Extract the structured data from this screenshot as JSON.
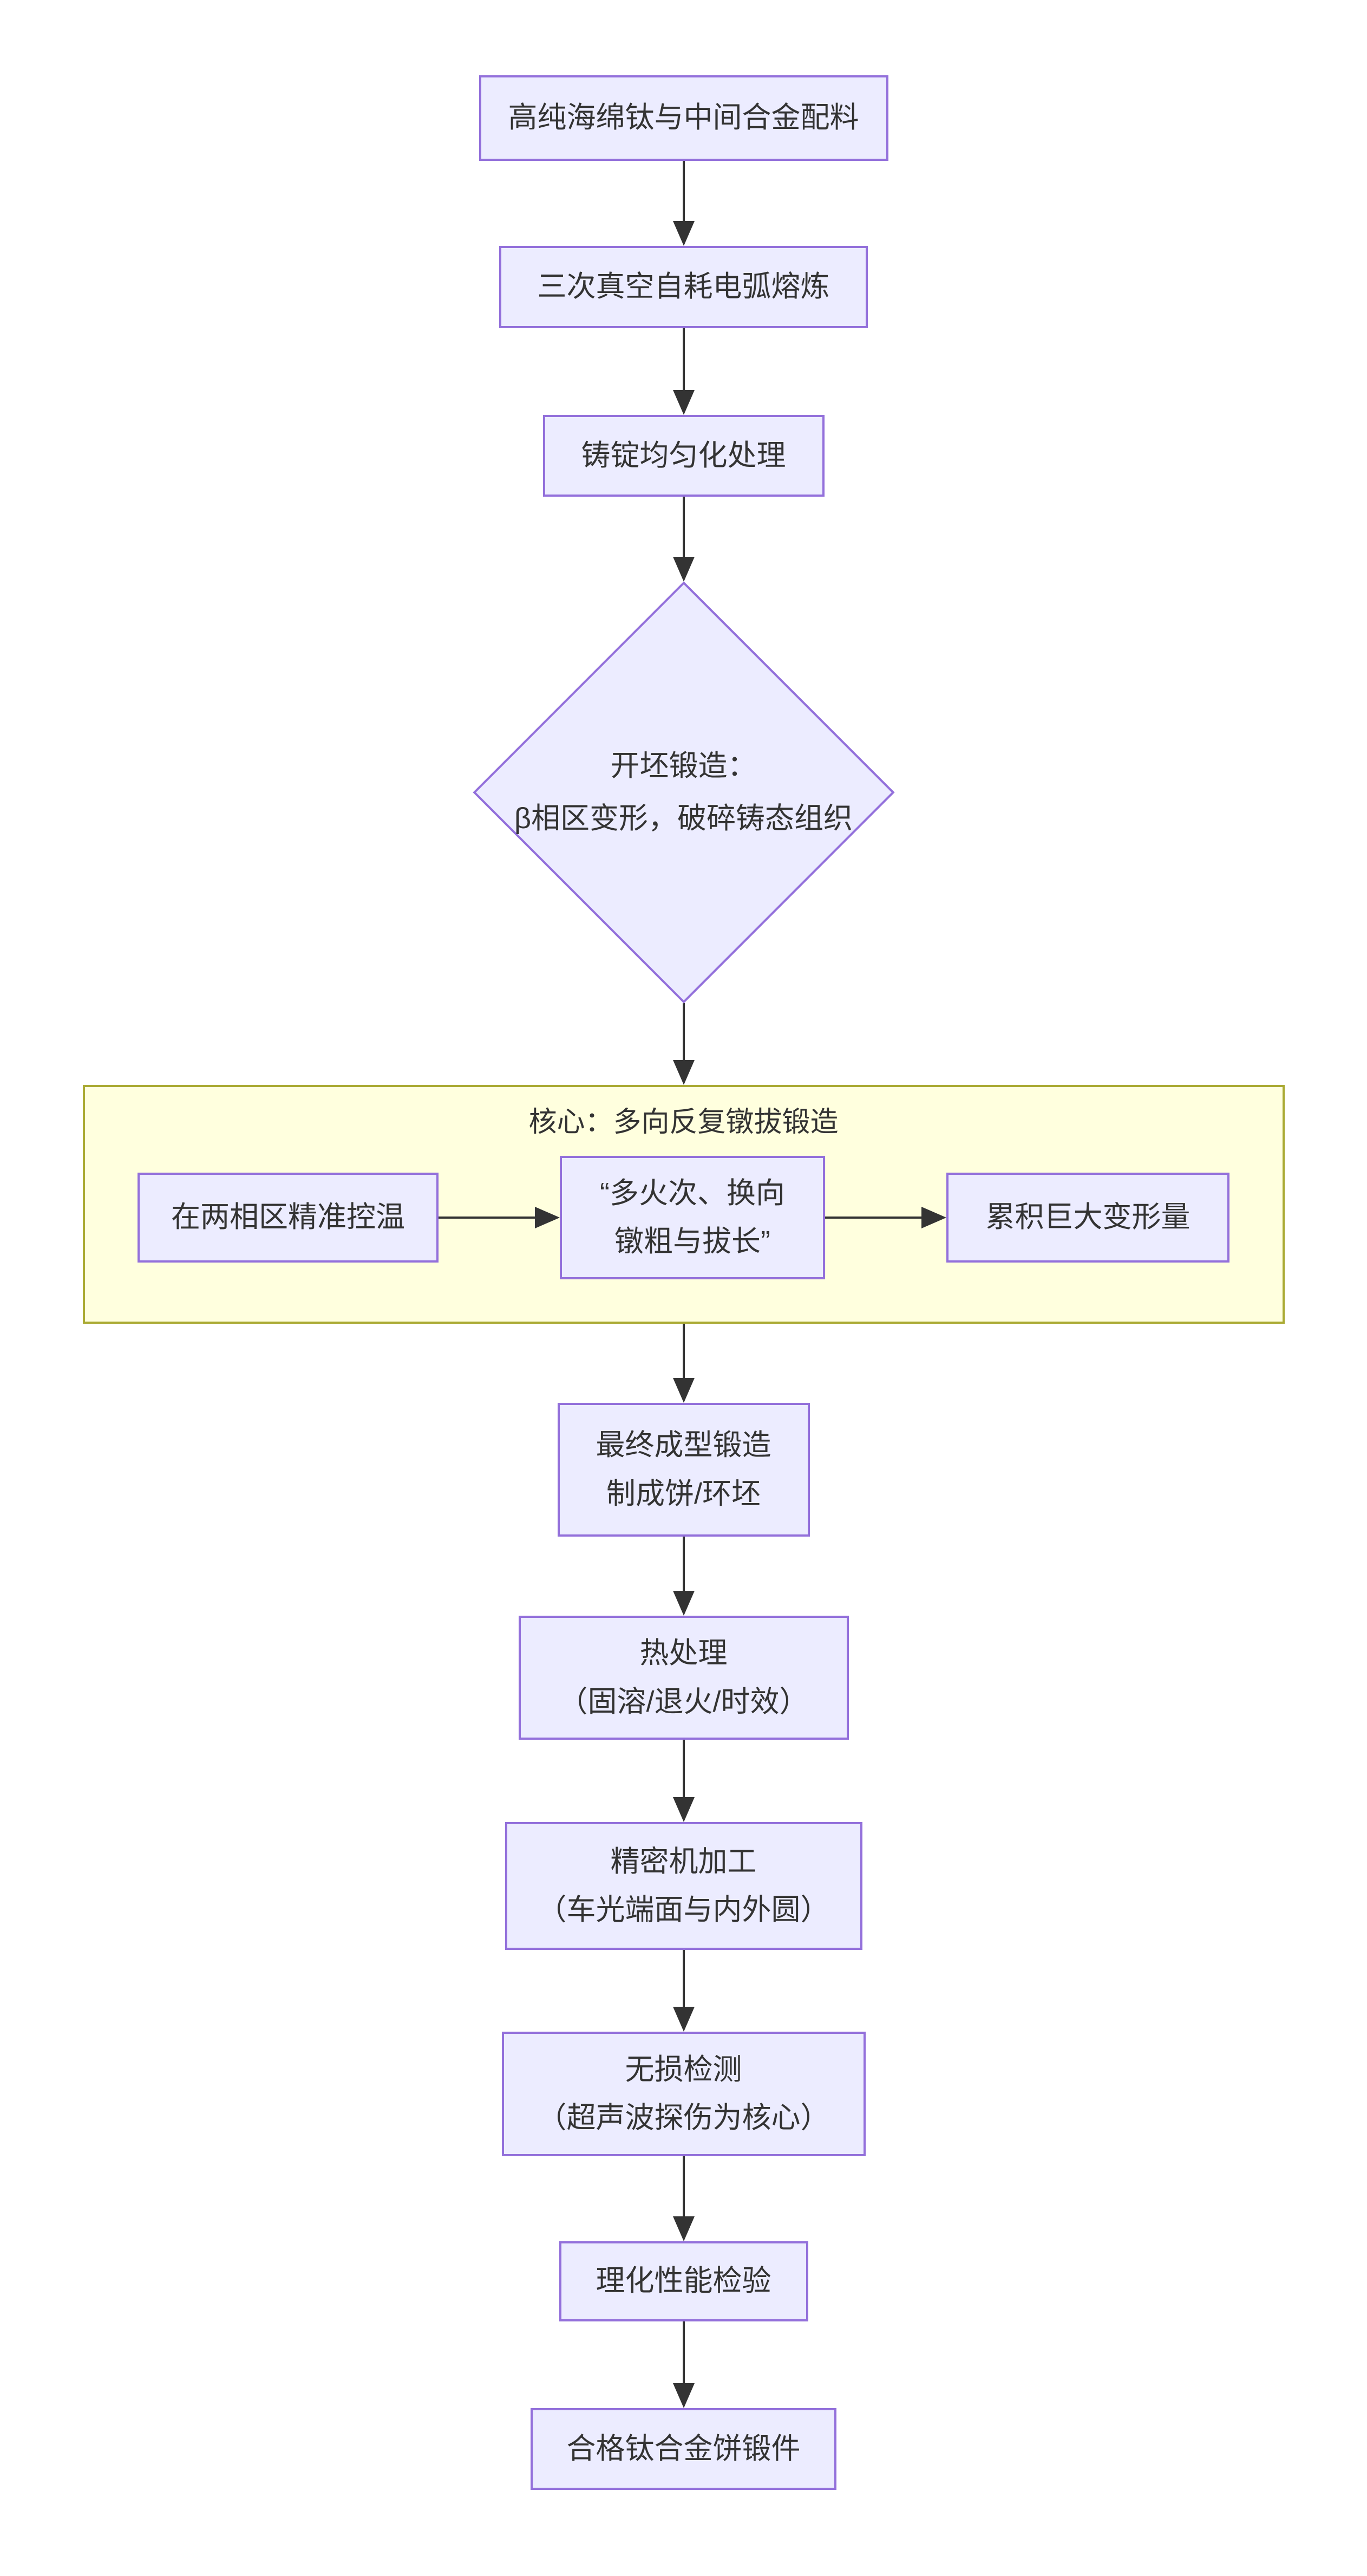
{
  "flowchart": {
    "type": "flowchart",
    "direction": "top-down",
    "colors": {
      "background": "#FFFFFF",
      "node_fill": "#ECECFF",
      "node_border": "#9370DB",
      "subgraph_fill": "#FFFFDE",
      "subgraph_border": "#AAAA33",
      "arrow": "#333333",
      "text": "#333333"
    },
    "nodes": {
      "raw_material": {
        "shape": "rect",
        "label": "高纯海绵钛与中间合金配料"
      },
      "melting": {
        "shape": "rect",
        "label": "三次真空自耗电弧熔炼"
      },
      "homogenization": {
        "shape": "rect",
        "label": "铸锭均匀化处理"
      },
      "cogging": {
        "shape": "diamond",
        "line1": "开坯锻造：",
        "line2": "β相区变形，破碎铸态组织"
      },
      "final_forging": {
        "shape": "rect",
        "line1": "最终成型锻造",
        "line2": "制成饼/环坯"
      },
      "heat_treatment": {
        "shape": "rect",
        "line1": "热处理",
        "line2": "（固溶/退火/时效）"
      },
      "machining": {
        "shape": "rect",
        "line1": "精密机加工",
        "line2": "（车光端面与内外圆）"
      },
      "ndt": {
        "shape": "rect",
        "line1": "无损检测",
        "line2": "（超声波探伤为核心）"
      },
      "testing": {
        "shape": "rect",
        "label": "理化性能检验"
      },
      "qualified": {
        "shape": "rect",
        "label": "合格钛合金饼锻件"
      }
    },
    "subgraph": {
      "title": "核心：多向反复镦拔锻造",
      "nodes": {
        "temp_control": {
          "shape": "rect",
          "label": "在两相区精准控温"
        },
        "upset_draw": {
          "shape": "rect",
          "line1": "“多火次、换向",
          "line2": "镦粗与拔长”"
        },
        "strain": {
          "shape": "rect",
          "label": "累积巨大变形量"
        }
      }
    },
    "edges": [
      {
        "from": "raw_material",
        "to": "melting"
      },
      {
        "from": "melting",
        "to": "homogenization"
      },
      {
        "from": "homogenization",
        "to": "cogging"
      },
      {
        "from": "cogging",
        "to": "core_subgraph"
      },
      {
        "from": "temp_control",
        "to": "upset_draw"
      },
      {
        "from": "upset_draw",
        "to": "strain"
      },
      {
        "from": "core_subgraph",
        "to": "final_forging"
      },
      {
        "from": "final_forging",
        "to": "heat_treatment"
      },
      {
        "from": "heat_treatment",
        "to": "machining"
      },
      {
        "from": "machining",
        "to": "ndt"
      },
      {
        "from": "ndt",
        "to": "testing"
      },
      {
        "from": "testing",
        "to": "qualified"
      }
    ]
  }
}
